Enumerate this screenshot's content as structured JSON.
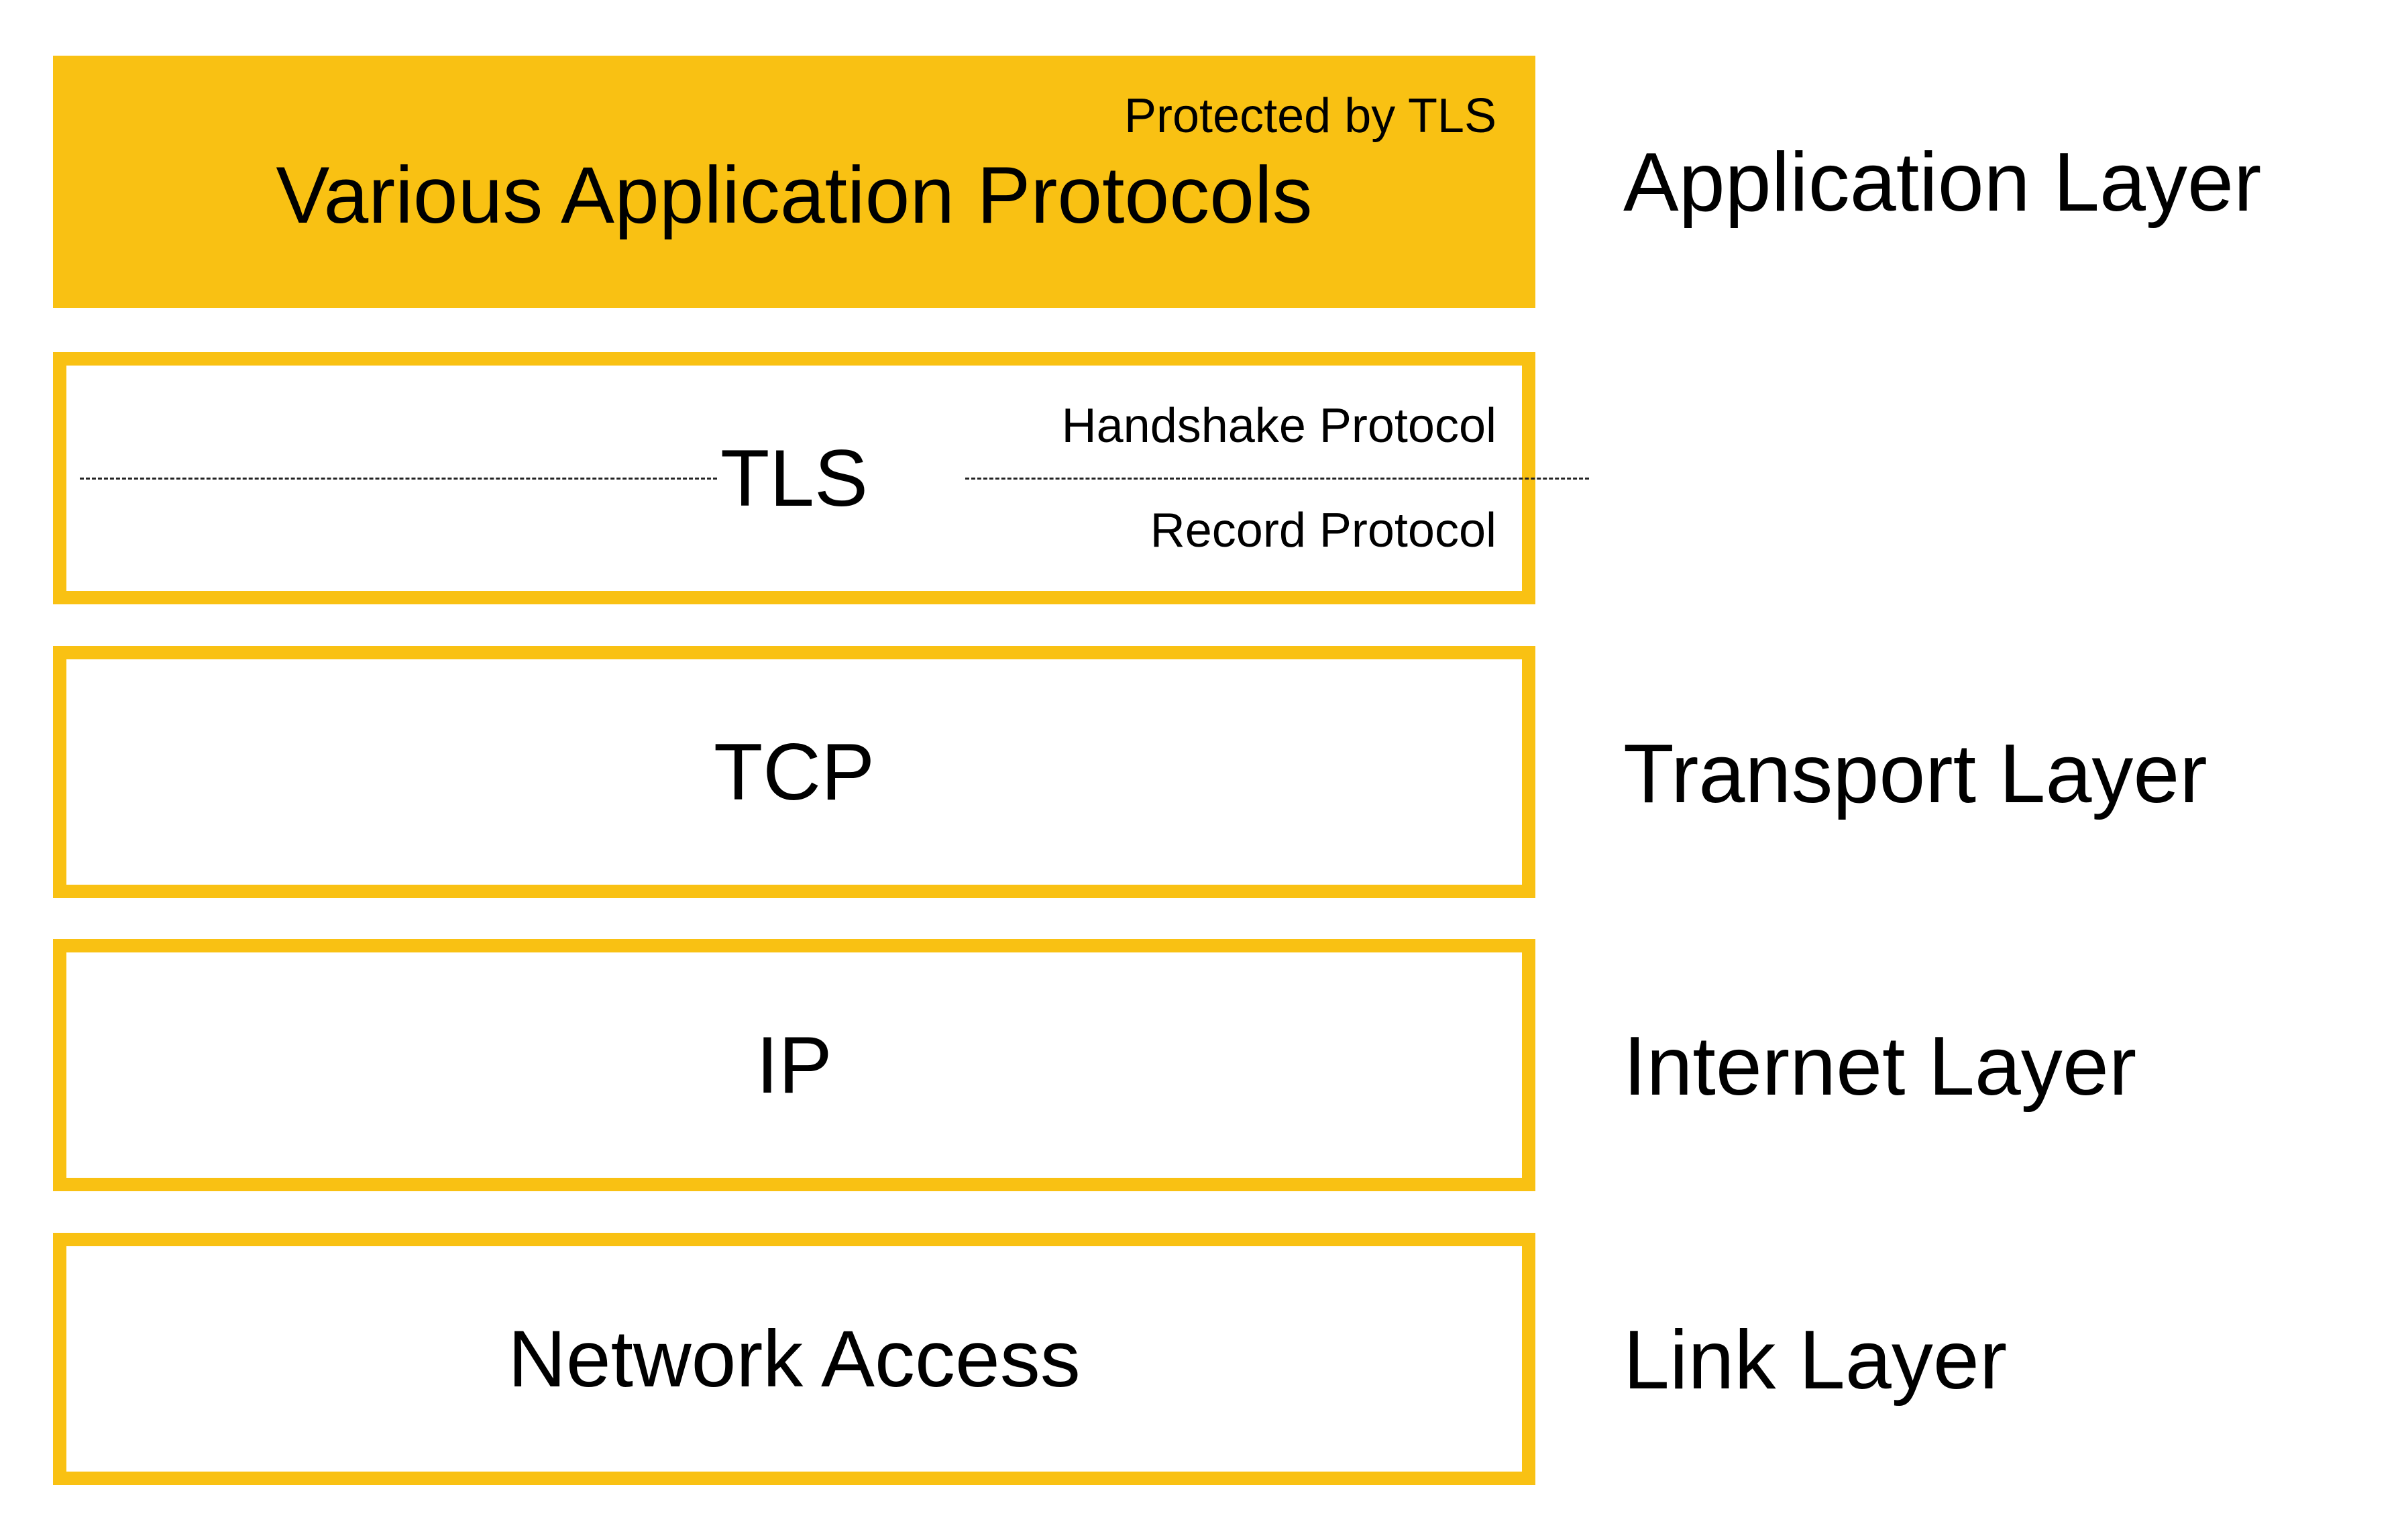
{
  "colors": {
    "accent": "#f9c113",
    "text": "#000000",
    "background": "#ffffff"
  },
  "stack": {
    "application": {
      "title": "Various Application Protocols",
      "note": "Protected by TLS"
    },
    "tls": {
      "title": "TLS",
      "upper_note": "Handshake Protocol",
      "lower_note": "Record Protocol"
    },
    "tcp": {
      "title": "TCP"
    },
    "ip": {
      "title": "IP"
    },
    "network": {
      "title": "Network Access"
    }
  },
  "layers": {
    "application": "Application Layer",
    "transport": "Transport Layer",
    "internet": "Internet Layer",
    "link": "Link Layer"
  }
}
